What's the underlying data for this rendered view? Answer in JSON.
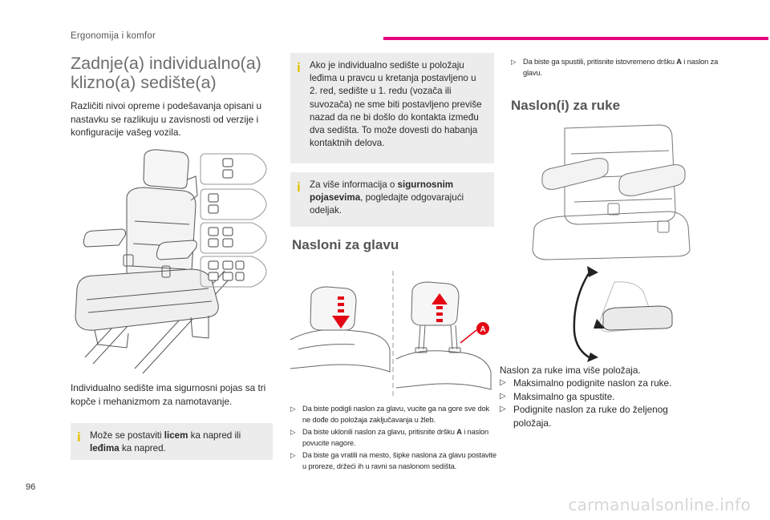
{
  "header": {
    "section_label": "Ergonomija i komfor",
    "accent_color": "#e6007e"
  },
  "page_number": "96",
  "watermark": "carmanualsonline.info",
  "col1": {
    "title_line1": "Zadnje(a) individualno(a)",
    "title_line2": "klizno(a) sedište(a)",
    "intro": "Različiti nivoi opreme i podešavanja opisani u nastavku se razlikuju u zavisnosti od verzije i konfiguracije vašeg vozila.",
    "body": "Individualno sedište ima sigurnosni pojas sa tri kopče i mehanizmom za namotavanje.",
    "note": {
      "t1": "Može se postaviti ",
      "b1": "licem",
      "t2": " ka napred ili ",
      "b2": "leđima",
      "t3": " ka napred."
    }
  },
  "col2": {
    "note1": "Ako je individualno sedište u položaju leđima u pravcu u kretanja postavljeno u 2. red, sedište u 1. redu (vozača ili suvozača) ne sme biti postavljeno previše nazad da ne bi došlo do kontakta između dva sedišta. To može dovesti do habanja kontaktnih delova.",
    "note2": {
      "t1": "Za više informacija o ",
      "b1": "sigurnosnim pojasevima",
      "t2": ", pogledajte odgovarajući odeljak."
    },
    "headrest_title": "Nasloni za glavu",
    "label_a": "A",
    "items": [
      "Da biste podigli naslon za glavu, vucite ga na gore sve dok ne dođe do položaja zaključavanja u žleb.",
      {
        "t1": "Da biste uklonili naslon za glavu, pritisnite dršku ",
        "b1": "A",
        "t2": " i naslon povucite nagore."
      },
      "Da biste ga vratili na mesto, šipke naslona za glavu postavite u proreze, držeći ih u ravni sa naslonom sedišta."
    ]
  },
  "col3": {
    "lower_item": {
      "t1": "Da biste ga spustili, pritisnite istovremeno dršku ",
      "b1": "A",
      "t2": " i naslon za glavu."
    },
    "armrest_title": "Naslon(i) za ruke",
    "armrest_intro": "Naslon za ruke ima više položaja.",
    "items": [
      "Maksimalno podignite naslon za ruke.",
      "Maksimalno ga spustite.",
      "Podignite naslon za ruke do željenog položaja."
    ]
  },
  "icons": {
    "bullet": "triangle-bullet-icon",
    "note": "info-icon"
  },
  "colors": {
    "note_bg": "#ececec",
    "info_icon": "#e6c000",
    "arrow_red": "#e30613"
  }
}
